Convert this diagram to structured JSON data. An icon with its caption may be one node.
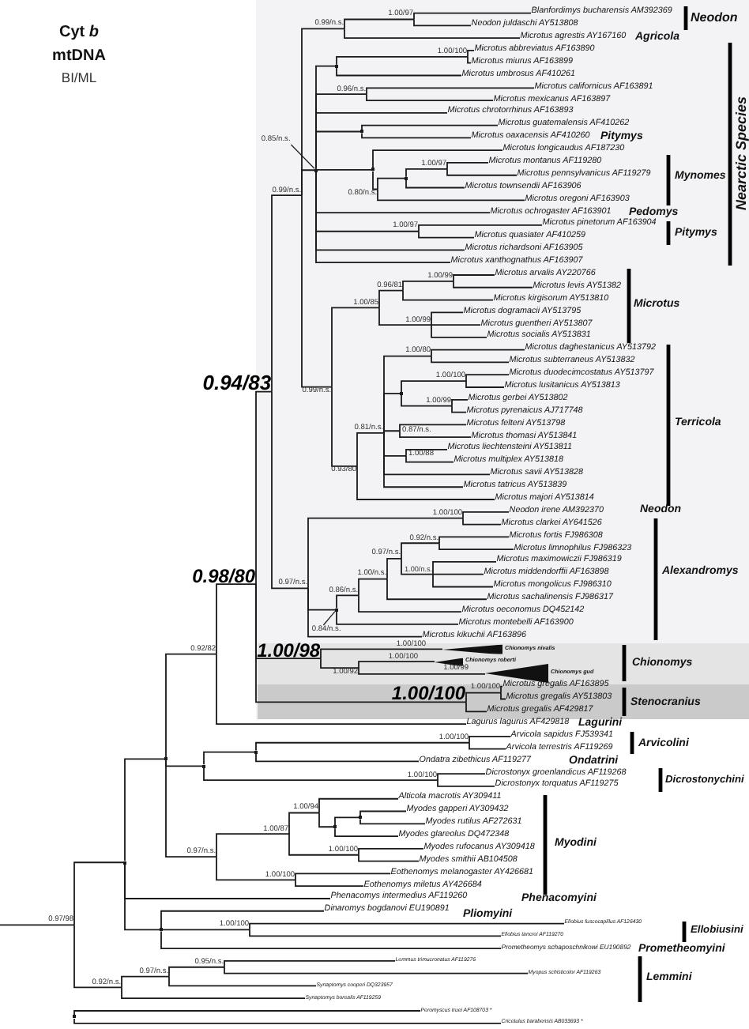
{
  "diagram": {
    "title": "Cyt *b* mtDNA",
    "nodes": [
      {
        "text": [],
        "shape": "box"
      },
      {
        "text": [
          "0.97/98"
        ]
      },
      {
        "text": [],
        "shape": "point"
      },
      {
        "text": [],
        "shape": "point"
      },
      {
        "text": [
          "0.92/82"
        ]
      },
      {
        "text": [
          "0.98/80"
        ]
      },
      {
        "text": [
          "0.94/83"
        ]
      },
      {
        "text": [
          "0.99/n.s."
        ],
        "in": 0
      },
      {
        "text": [
          "0.99/n.s."
        ],
        "in": 0
      },
      {
        "text": [
          "1.00/97"
        ],
        "in": 0
      },
      {
        "text": [
          "Blanfordimys bucharensis AM392369"
        ],
        "in": 0
      },
      {
        "text": [
          "Neodon juldaschi AY513808"
        ],
        "in": 0
      },
      {
        "text": [
          "Microtus agrestis AY167160"
        ],
        "in": 0
      },
      {
        "text": [
          "0.85/n.s."
        ],
        "in": 0
      },
      {
        "text": [],
        "shape": "point",
        "in": 0
      },
      {
        "text": [],
        "shape": "point",
        "in": 0
      },
      {
        "text": [
          "1.00/100"
        ],
        "in": 0
      },
      {
        "text": [
          "Microtus abbreviatus AF163890"
        ],
        "in": 0
      },
      {
        "text": [
          "Microtus miurus AF163899"
        ],
        "in": 0
      },
      {
        "text": [
          "Microtus umbrosus AF410261"
        ],
        "in": 0
      },
      {
        "text": [
          "0.96/n.s."
        ],
        "in": 0
      },
      {
        "text": [
          "Microtus californicus AF163891"
        ],
        "in": 0
      },
      {
        "text": [
          "Microtus mexicanus AF163897"
        ],
        "in": 0
      },
      {
        "text": [
          "Microtus chrotorrhinus AF163893"
        ],
        "in": 0
      },
      {
        "text": [],
        "shape": "point",
        "in": 0
      },
      {
        "text": [
          "Microtus guatemalensis AF410262"
        ],
        "in": 0
      },
      {
        "text": [
          "Microtus oaxacensis AF410260"
        ],
        "in": 0
      },
      {
        "text": [],
        "shape": "point",
        "in": 0
      },
      {
        "text": [
          "Microtus longicaudus AF187230"
        ],
        "in": 0
      },
      {
        "text": [
          "0.80/n.s."
        ],
        "in": 0
      },
      {
        "text": [],
        "shape": "point",
        "in": 0
      },
      {
        "text": [
          "1.00/97"
        ],
        "in": 0
      },
      {
        "text": [
          "Microtus montanus AF119280"
        ],
        "in": 0
      },
      {
        "text": [
          "Microtus pennsylvanicus AF119279"
        ],
        "in": 0
      },
      {
        "text": [
          "Microtus townsendii AF163906"
        ],
        "in": 0
      },
      {
        "text": [
          "Microtus oregoni AF163903"
        ],
        "in": 0
      },
      {
        "text": [
          "Microtus ochrogaster AF163901"
        ],
        "in": 0
      },
      {
        "text": [
          "1.00/97"
        ],
        "in": 0
      },
      {
        "text": [
          "Microtus pinetorum AF163904"
        ],
        "in": 0
      },
      {
        "text": [
          "Microtus quasiater AF410259"
        ],
        "in": 0
      },
      {
        "text": [
          "Microtus richardsoni AF163905"
        ],
        "in": 0
      },
      {
        "text": [
          "Microtus xanthognathus AF163907"
        ],
        "in": 0
      },
      {
        "text": [
          "0.99/n.s."
        ],
        "in": 0
      },
      {
        "text": [
          "1.00/85"
        ],
        "in": 0
      },
      {
        "text": [
          "0.96/81"
        ],
        "in": 0
      },
      {
        "text": [
          "1.00/99"
        ],
        "in": 0
      },
      {
        "text": [
          "Microtus arvalis AY220766"
        ],
        "in": 0
      },
      {
        "text": [
          "Microtus levis AY51382"
        ],
        "in": 0
      },
      {
        "text": [
          "Microtus kirgisorum AY513810"
        ],
        "in": 0
      },
      {
        "text": [
          "1.00/99"
        ],
        "in": 0
      },
      {
        "text": [
          "Microtus dogramacii AY513795"
        ],
        "in": 0
      },
      {
        "text": [
          "Microtus guentheri AY513807"
        ],
        "in": 0
      },
      {
        "text": [
          "Microtus socialis AY513831"
        ],
        "in": 0
      },
      {
        "text": [
          "0.93/80"
        ],
        "in": 0
      },
      {
        "text": [
          "0.81/n.s."
        ],
        "in": 0
      },
      {
        "text": [
          "1.00/80"
        ],
        "in": 0
      },
      {
        "text": [
          "Microtus daghestanicus AY513792"
        ],
        "in": 0
      },
      {
        "text": [
          "Microtus subterraneus AY513832"
        ],
        "in": 0
      },
      {
        "text": [],
        "shape": "point",
        "in": 0
      },
      {
        "text": [
          "1.00/100"
        ],
        "in": 0
      },
      {
        "text": [
          "Microtus duodecimcostatus AY513797"
        ],
        "in": 0
      },
      {
        "text": [
          "Microtus lusitanicus AY513813"
        ],
        "in": 0
      },
      {
        "text": [
          "1.00/99"
        ],
        "in": 0
      },
      {
        "text": [
          "Microtus gerbei AY513802"
        ],
        "in": 0
      },
      {
        "text": [
          "Microtus pyrenaicus AJ717748"
        ],
        "in": 0
      },
      {
        "text": [
          "0.87/n.s."
        ],
        "in": 0
      },
      {
        "text": [
          "Microtus felteni AY513798"
        ],
        "in": 0
      },
      {
        "text": [
          "Microtus thomasi AY513841"
        ],
        "in": 0
      },
      {
        "text": [
          "1.00/88"
        ],
        "in": 0
      },
      {
        "text": [
          "Microtus liechtensteini AY513811"
        ],
        "in": 0
      },
      {
        "text": [
          "Microtus multiplex AY513818"
        ],
        "in": 0
      },
      {
        "text": [
          "Microtus savii AY513828"
        ],
        "in": 0
      },
      {
        "text": [
          "Microtus tatricus AY513839"
        ],
        "in": 0
      },
      {
        "text": [
          "Microtus majori AY513814"
        ],
        "in": 0
      },
      {
        "text": [
          "0.97/n.s."
        ],
        "in": 0
      },
      {
        "text": [
          "1.00/100"
        ],
        "in": 0
      },
      {
        "text": [
          "Neodon irene AM392370"
        ],
        "in": 0
      },
      {
        "text": [
          "Microtus clarkei AY641526"
        ],
        "in": 0
      },
      {
        "text": [
          "0.84/n.s."
        ],
        "in": 0
      },
      {
        "text": [],
        "shape": "point",
        "in": 0
      },
      {
        "text": [
          "0.86/n.s."
        ],
        "in": 0
      },
      {
        "text": [
          "1.00/n.s."
        ],
        "in": 0
      },
      {
        "text": [
          "0.97/n.s."
        ],
        "in": 0
      },
      {
        "text": [
          "0.92/n.s."
        ],
        "in": 0
      },
      {
        "text": [
          "Microtus fortis FJ986308"
        ],
        "in": 0
      },
      {
        "text": [
          "Microtus limnophilus FJ986323"
        ],
        "in": 0
      },
      {
        "text": [
          "1.00/n.s."
        ],
        "in": 0
      },
      {
        "text": [
          "Microtus maximowiczii FJ986319"
        ],
        "in": 0
      },
      {
        "text": [
          "Microtus middendorffii AF163898"
        ],
        "in": 0
      },
      {
        "text": [
          "Microtus mongolicus FJ986310"
        ],
        "in": 0
      },
      {
        "text": [
          "Microtus sachalinensis FJ986317"
        ],
        "in": 0
      },
      {
        "text": [
          "Microtus oeconomus DQ452142"
        ],
        "in": 0
      },
      {
        "text": [
          "Microtus montebelli AF163900"
        ],
        "in": 0
      },
      {
        "text": [
          "Microtus kikuchii AF163896"
        ],
        "in": 0
      },
      {
        "text": [
          "Chionomys"
        ],
        "in": 0
      },
      {
        "text": [
          "1.00/98"
        ],
        "in": 94
      },
      {
        "text": [
          "Chionomys nivalis"
        ],
        "in": 94
      },
      {
        "text": [
          "1.00/92"
        ],
        "in": 94
      },
      {
        "text": [
          "Chionomys roberti"
        ],
        "in": 94
      },
      {
        "text": [
          "Chionomys gud"
        ],
        "in": 94
      },
      {
        "text": [
          "Stenocranius"
        ],
        "in": 0
      },
      {
        "text": [
          "1.00/100"
        ],
        "in": 100
      },
      {
        "text": [
          "1.00/100"
        ],
        "in": 100
      },
      {
        "text": [
          "Microtus gregalis AF163895"
        ],
        "in": 100
      },
      {
        "text": [
          "Microtus gregalis AY513803"
        ],
        "in": 100
      },
      {
        "text": [
          "Microtus gregalis AF429817"
        ],
        "in": 100
      },
      {
        "text": [
          "Lagurus lagurus AF429818"
        ]
      },
      {
        "text": [],
        "shape": "point"
      },
      {
        "text": [],
        "shape": "point"
      },
      {
        "text": [
          "1.00/100"
        ]
      },
      {
        "text": [
          "Arvicola sapidus FJ539341"
        ]
      },
      {
        "text": [
          "Arvicola terrestris AF119269"
        ]
      },
      {
        "text": [
          "Ondatra zibethicus AF119277"
        ]
      },
      {
        "text": [
          "1.00/100"
        ]
      },
      {
        "text": [
          "Dicrostonyx groenlandicus AF119268"
        ]
      },
      {
        "text": [
          "Dicrostonyx torquatus AF119275"
        ]
      },
      {
        "text": [
          "0.97/n.s."
        ]
      },
      {
        "text": [
          "1.00/87"
        ]
      },
      {
        "text": [
          "1.00/94"
        ]
      },
      {
        "text": [
          "Alticola macrotis AY309411"
        ]
      },
      {
        "text": [],
        "shape": "point"
      },
      {
        "text": [],
        "shape": "point"
      },
      {
        "text": [
          "Myodes gapperi AY309432"
        ]
      },
      {
        "text": [
          "Myodes rutilus AF272631"
        ]
      },
      {
        "text": [
          "Myodes glareolus DQ472348"
        ]
      },
      {
        "text": [
          "1.00/100"
        ]
      },
      {
        "text": [
          "Myodes rufocanus AY309418"
        ]
      },
      {
        "text": [
          "Myodes smithii AB104508"
        ]
      },
      {
        "text": [
          "1.00/100"
        ]
      },
      {
        "text": [
          "Eothenomys melanogaster AY426681"
        ]
      },
      {
        "text": [
          "Eothenomys miletus AY426684"
        ]
      },
      {
        "text": [
          "Phenacomys intermedius AF119260"
        ]
      },
      {
        "text": [],
        "shape": "point"
      },
      {
        "text": [
          "Dinaromys bogdanovi EU190891"
        ]
      },
      {
        "text": [
          "1.00/100"
        ]
      },
      {
        "text": [
          "Ellobius fuscocapillus AF126430"
        ]
      },
      {
        "text": [
          "Ellobius tancrei AF119270"
        ]
      },
      {
        "text": [
          "Prometheomys schaposchnikowi EU190892"
        ]
      },
      {
        "text": [
          "0.92/n.s."
        ]
      },
      {
        "text": [
          "0.97/n.s."
        ]
      },
      {
        "text": [
          "0.95/n.s."
        ]
      },
      {
        "text": [
          "Lemmus trimucronatus AF119276"
        ]
      },
      {
        "text": [
          "Myopus schisticolor AF119263"
        ]
      },
      {
        "text": [
          "Synaptomys cooperi DQ323957"
        ]
      },
      {
        "text": [
          "Synaptomys borealis AF119259"
        ]
      },
      {
        "text": [],
        "shape": "point"
      },
      {
        "text": [
          "Peromyscus truei AF108703 *"
        ]
      },
      {
        "text": [
          "Cricetulus barabensis AB033693 *"
        ]
      }
    ],
    "edges": [
      {
        "from": null,
        "to": 1,
        "arrow": "none"
      },
      {
        "from": 1,
        "to": 2,
        "arrow": "none"
      },
      {
        "from": 1,
        "to": 138,
        "arrow": "none"
      },
      {
        "from": 2,
        "to": 3,
        "arrow": "none"
      },
      {
        "from": 2,
        "to": 131,
        "arrow": "none"
      },
      {
        "from": 2,
        "to": 132,
        "arrow": "none"
      },
      {
        "from": 3,
        "to": 4,
        "arrow": "none"
      },
      {
        "from": 3,
        "to": 107,
        "arrow": "none"
      },
      {
        "from": 3,
        "to": 116,
        "arrow": "none"
      },
      {
        "from": 4,
        "to": 5,
        "arrow": "none"
      },
      {
        "from": 4,
        "to": 106,
        "arrow": "none"
      },
      {
        "from": 5,
        "to": 6,
        "arrow": "none"
      },
      {
        "from": 5,
        "to": 95,
        "arrow": "none"
      },
      {
        "from": 5,
        "to": 101,
        "arrow": "none"
      },
      {
        "from": 6,
        "to": 7,
        "arrow": "none"
      },
      {
        "from": 6,
        "to": 74,
        "arrow": "none"
      },
      {
        "from": 7,
        "to": 8,
        "arrow": "none"
      },
      {
        "from": 7,
        "to": 14,
        "arrow": "none"
      },
      {
        "from": 7,
        "to": 42,
        "arrow": "none"
      },
      {
        "from": 8,
        "to": 9,
        "arrow": "none"
      },
      {
        "from": 8,
        "to": 12,
        "arrow": "none"
      },
      {
        "from": 9,
        "to": 10,
        "arrow": "none"
      },
      {
        "from": 9,
        "to": 11,
        "arrow": "none"
      },
      {
        "from": 13,
        "to": 14,
        "arrow": "none"
      },
      {
        "from": 14,
        "to": 15,
        "arrow": "none"
      },
      {
        "from": 14,
        "to": 20,
        "arrow": "none"
      },
      {
        "from": 14,
        "to": 23,
        "arrow": "none"
      },
      {
        "from": 14,
        "to": 24,
        "arrow": "none"
      },
      {
        "from": 14,
        "to": 27,
        "arrow": "none"
      },
      {
        "from": 14,
        "to": 36,
        "arrow": "none"
      },
      {
        "from": 14,
        "to": 37,
        "arrow": "none"
      },
      {
        "from": 14,
        "to": 40,
        "arrow": "none"
      },
      {
        "from": 14,
        "to": 41,
        "arrow": "none"
      },
      {
        "from": 15,
        "to": 16,
        "arrow": "none"
      },
      {
        "from": 15,
        "to": 19,
        "arrow": "none"
      },
      {
        "from": 16,
        "to": 17,
        "arrow": "none"
      },
      {
        "from": 16,
        "to": 18,
        "arrow": "none"
      },
      {
        "from": 20,
        "to": 21,
        "arrow": "none"
      },
      {
        "from": 20,
        "to": 22,
        "arrow": "none"
      },
      {
        "from": 24,
        "to": 25,
        "arrow": "none"
      },
      {
        "from": 24,
        "to": 26,
        "arrow": "none"
      },
      {
        "from": 27,
        "to": 28,
        "arrow": "none"
      },
      {
        "from": 27,
        "to": 29,
        "arrow": "none"
      },
      {
        "from": 29,
        "to": 30,
        "arrow": "none"
      },
      {
        "from": 29,
        "to": 35,
        "arrow": "none"
      },
      {
        "from": 30,
        "to": 31,
        "arrow": "none"
      },
      {
        "from": 30,
        "to": 34,
        "arrow": "none"
      },
      {
        "from": 31,
        "to": 32,
        "arrow": "none"
      },
      {
        "from": 31,
        "to": 33,
        "arrow": "none"
      },
      {
        "from": 37,
        "to": 38,
        "arrow": "none"
      },
      {
        "from": 37,
        "to": 39,
        "arrow": "none"
      },
      {
        "from": 42,
        "to": 43,
        "arrow": "none"
      },
      {
        "from": 42,
        "to": 53,
        "arrow": "none"
      },
      {
        "from": 43,
        "to": 44,
        "arrow": "none"
      },
      {
        "from": 43,
        "to": 49,
        "arrow": "none"
      },
      {
        "from": 44,
        "to": 45,
        "arrow": "none"
      },
      {
        "from": 44,
        "to": 48,
        "arrow": "none"
      },
      {
        "from": 45,
        "to": 46,
        "arrow": "none"
      },
      {
        "from": 45,
        "to": 47,
        "arrow": "none"
      },
      {
        "from": 49,
        "to": 50,
        "arrow": "none"
      },
      {
        "from": 49,
        "to": 51,
        "arrow": "none"
      },
      {
        "from": 49,
        "to": 52,
        "arrow": "none"
      },
      {
        "from": 53,
        "to": 54,
        "arrow": "none"
      },
      {
        "from": 53,
        "to": 73,
        "arrow": "none"
      },
      {
        "from": 54,
        "to": 55,
        "arrow": "none"
      },
      {
        "from": 54,
        "to": 58,
        "arrow": "none"
      },
      {
        "from": 54,
        "to": 65,
        "arrow": "none"
      },
      {
        "from": 54,
        "to": 68,
        "arrow": "none"
      },
      {
        "from": 54,
        "to": 71,
        "arrow": "none"
      },
      {
        "from": 54,
        "to": 72,
        "arrow": "none"
      },
      {
        "from": 55,
        "to": 56,
        "arrow": "none"
      },
      {
        "from": 55,
        "to": 57,
        "arrow": "none"
      },
      {
        "from": 58,
        "to": 59,
        "arrow": "none"
      },
      {
        "from": 58,
        "to": 62,
        "arrow": "none"
      },
      {
        "from": 59,
        "to": 60,
        "arrow": "none"
      },
      {
        "from": 59,
        "to": 61,
        "arrow": "none"
      },
      {
        "from": 62,
        "to": 63,
        "arrow": "none"
      },
      {
        "from": 62,
        "to": 64,
        "arrow": "none"
      },
      {
        "from": 65,
        "to": 66,
        "arrow": "none"
      },
      {
        "from": 65,
        "to": 67,
        "arrow": "none"
      },
      {
        "from": 68,
        "to": 69,
        "arrow": "none"
      },
      {
        "from": 68,
        "to": 70,
        "arrow": "none"
      },
      {
        "from": 74,
        "to": 75,
        "arrow": "none"
      },
      {
        "from": 74,
        "to": 79,
        "arrow": "none"
      },
      {
        "from": 74,
        "to": 93,
        "arrow": "none"
      },
      {
        "from": 75,
        "to": 76,
        "arrow": "none"
      },
      {
        "from": 75,
        "to": 77,
        "arrow": "none"
      },
      {
        "from": 78,
        "to": 79,
        "arrow": "none"
      },
      {
        "from": 79,
        "to": 80,
        "arrow": "none"
      },
      {
        "from": 79,
        "to": 92,
        "arrow": "none"
      },
      {
        "from": 80,
        "to": 81,
        "arrow": "none"
      },
      {
        "from": 80,
        "to": 91,
        "arrow": "none"
      },
      {
        "from": 81,
        "to": 82,
        "arrow": "none"
      },
      {
        "from": 81,
        "to": 90,
        "arrow": "none"
      },
      {
        "from": 82,
        "to": 83,
        "arrow": "none"
      },
      {
        "from": 82,
        "to": 86,
        "arrow": "none"
      },
      {
        "from": 83,
        "to": 84,
        "arrow": "none"
      },
      {
        "from": 83,
        "to": 85,
        "arrow": "none"
      },
      {
        "from": 86,
        "to": 87,
        "arrow": "none"
      },
      {
        "from": 86,
        "to": 88,
        "arrow": "none"
      },
      {
        "from": 86,
        "to": 89,
        "arrow": "none"
      },
      {
        "from": 95,
        "to": 96,
        "arrow": "none",
        "label": "1.00/100"
      },
      {
        "from": 95,
        "to": 97,
        "arrow": "none"
      },
      {
        "from": 97,
        "to": 98,
        "arrow": "none",
        "label": "1.00/100"
      },
      {
        "from": 97,
        "to": 99,
        "arrow": "none",
        "label": "1.00/99"
      },
      {
        "from": 101,
        "to": 102,
        "arrow": "none"
      },
      {
        "from": 101,
        "to": 105,
        "arrow": "none"
      },
      {
        "from": 102,
        "to": 103,
        "arrow": "none"
      },
      {
        "from": 102,
        "to": 104,
        "arrow": "none"
      },
      {
        "from": 107,
        "to": 108,
        "arrow": "none"
      },
      {
        "from": 107,
        "to": 113,
        "arrow": "none"
      },
      {
        "from": 108,
        "to": 109,
        "arrow": "none"
      },
      {
        "from": 108,
        "to": 112,
        "arrow": "none"
      },
      {
        "from": 109,
        "to": 110,
        "arrow": "none"
      },
      {
        "from": 109,
        "to": 111,
        "arrow": "none"
      },
      {
        "from": 113,
        "to": 114,
        "arrow": "none"
      },
      {
        "from": 113,
        "to": 115,
        "arrow": "none"
      },
      {
        "from": 116,
        "to": 117,
        "arrow": "none"
      },
      {
        "from": 116,
        "to": 128,
        "arrow": "none"
      },
      {
        "from": 117,
        "to": 118,
        "arrow": "none"
      },
      {
        "from": 117,
        "to": 125,
        "arrow": "none"
      },
      {
        "from": 118,
        "to": 119,
        "arrow": "none"
      },
      {
        "from": 118,
        "to": 120,
        "arrow": "none"
      },
      {
        "from": 120,
        "to": 121,
        "arrow": "none"
      },
      {
        "from": 120,
        "to": 124,
        "arrow": "none"
      },
      {
        "from": 121,
        "to": 122,
        "arrow": "none"
      },
      {
        "from": 121,
        "to": 123,
        "arrow": "none"
      },
      {
        "from": 125,
        "to": 126,
        "arrow": "none"
      },
      {
        "from": 125,
        "to": 127,
        "arrow": "none"
      },
      {
        "from": 128,
        "to": 129,
        "arrow": "none"
      },
      {
        "from": 128,
        "to": 130,
        "arrow": "none"
      },
      {
        "from": 132,
        "to": 133,
        "arrow": "none"
      },
      {
        "from": 132,
        "to": 134,
        "arrow": "none"
      },
      {
        "from": 132,
        "to": 137,
        "arrow": "none"
      },
      {
        "from": 134,
        "to": 135,
        "arrow": "none"
      },
      {
        "from": 134,
        "to": 136,
        "arrow": "none"
      },
      {
        "from": 138,
        "to": 139,
        "arrow": "none"
      },
      {
        "from": 138,
        "to": 144,
        "arrow": "none"
      },
      {
        "from": 139,
        "to": 140,
        "arrow": "none"
      },
      {
        "from": 139,
        "to": 143,
        "arrow": "none"
      },
      {
        "from": 140,
        "to": 141,
        "arrow": "none"
      },
      {
        "from": 140,
        "to": 142,
        "arrow": "none"
      },
      {
        "from": 145,
        "to": 146,
        "arrow": "none"
      },
      {
        "from": 145,
        "to": 147,
        "arrow": "none"
      }
    ],
    "labels": [
      "BI/ML",
      "Neodon",
      "Agricola",
      "Nearctic Species",
      "Pitymys",
      "Mynomes",
      "Pedomys",
      "Pitymys",
      "Microtus",
      "Terricola",
      "Neodon",
      "Alexandromys",
      "Lagurini",
      "Arvicolini",
      "Ondatrini",
      "Dicrostonychini",
      "Myodini",
      "Phenacomyini",
      "Pliomyini",
      "Ellobiusini",
      "Prometheomyini",
      "Lemmini"
    ]
  }
}
